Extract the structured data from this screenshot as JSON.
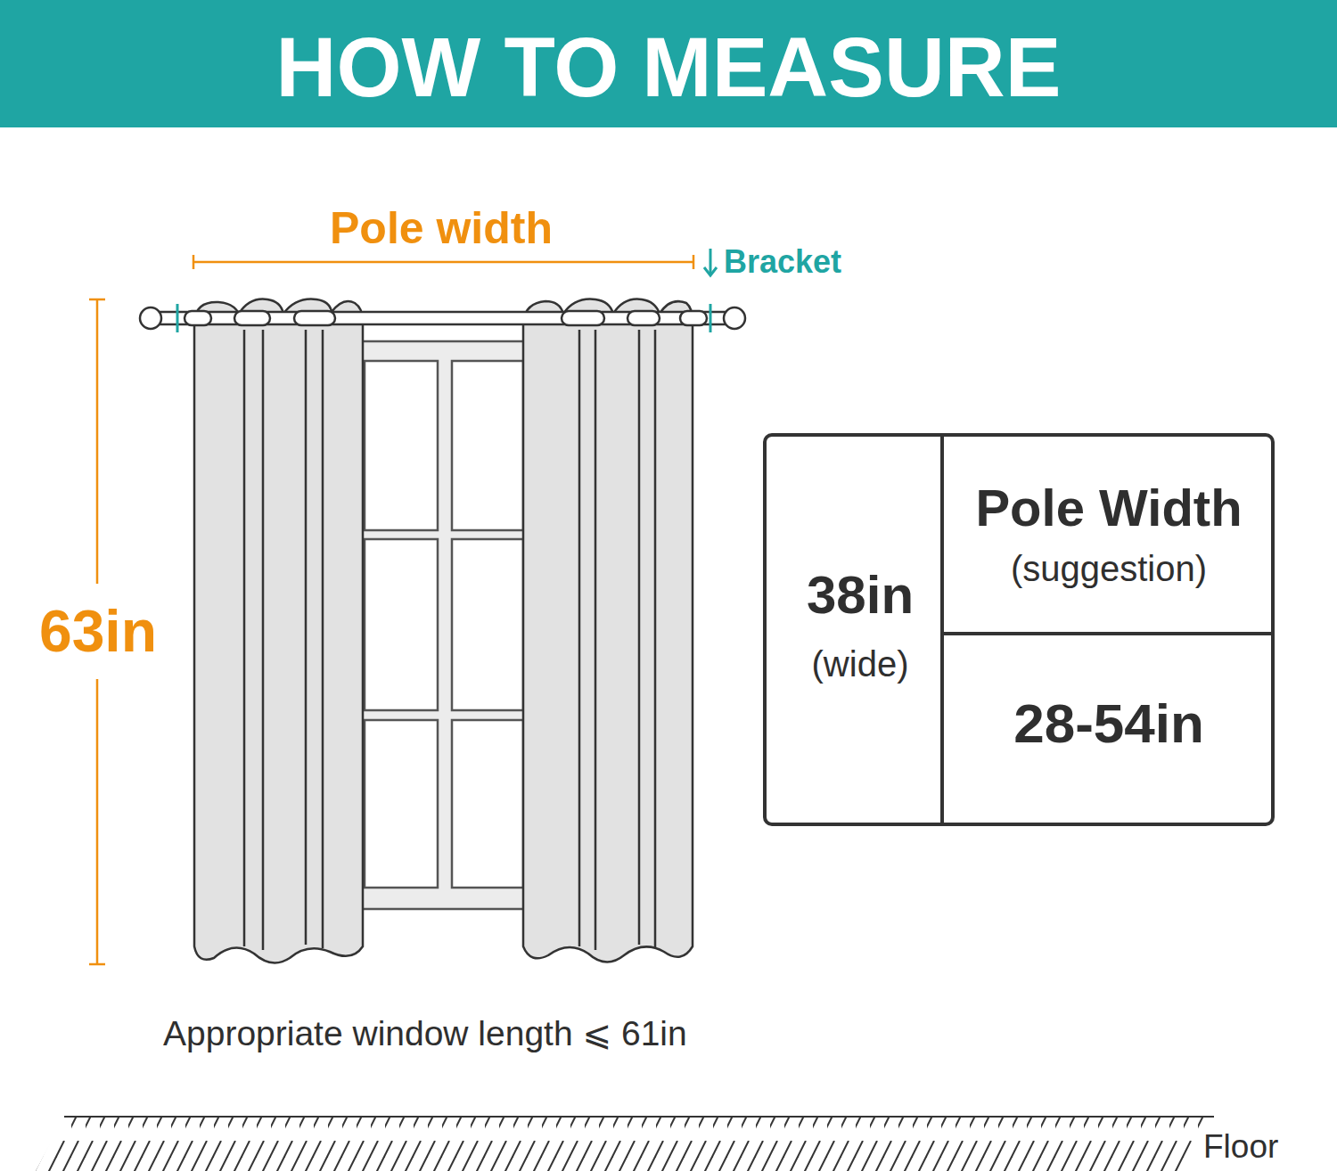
{
  "diagram": {
    "title": "HOW TO MEASURE",
    "labels": [
      "Pole width",
      "Bracket",
      "63in",
      "Appropriate window length ⩽ 61in",
      "38in",
      "(wide)",
      "Pole Width",
      "(suggestion)",
      "28-54in",
      "Floor"
    ]
  }
}
